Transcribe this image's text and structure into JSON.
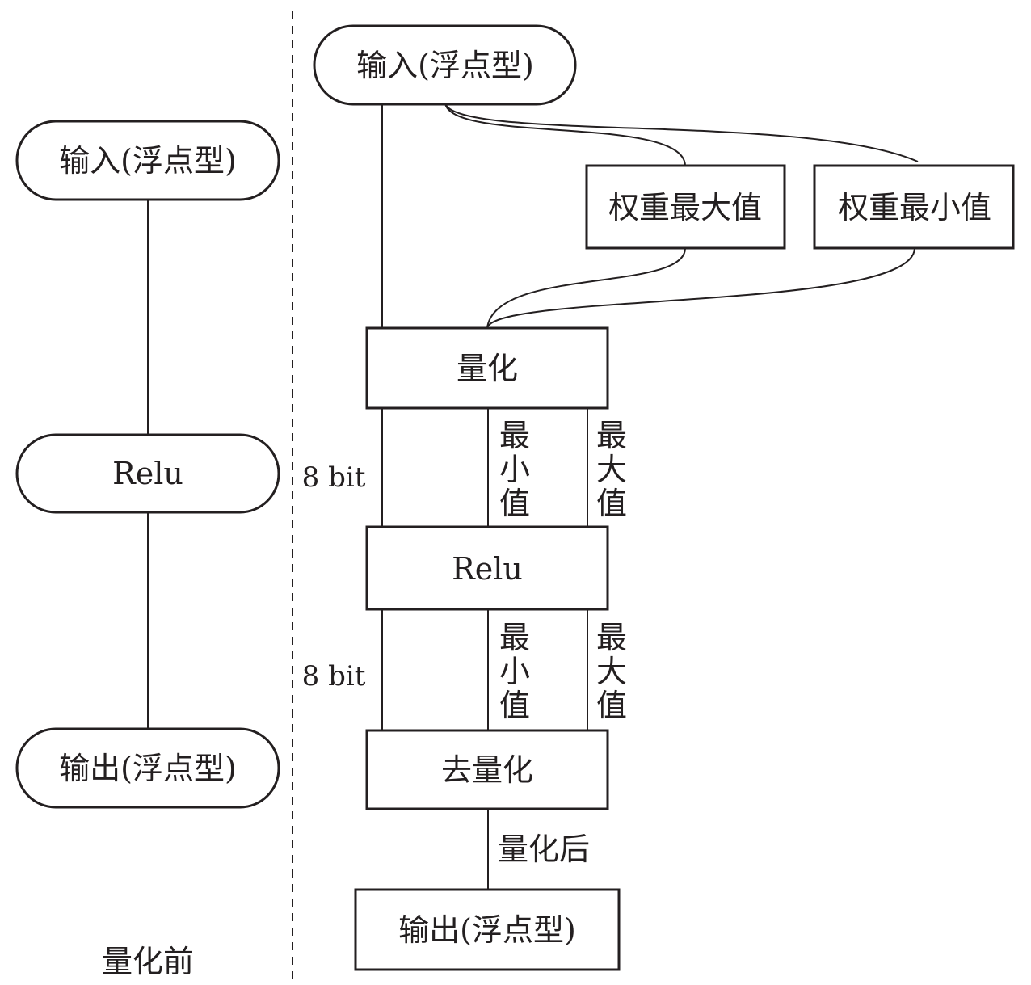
{
  "before": {
    "input": "输入(浮点型)",
    "relu": "Relu",
    "output": "输出(浮点型)",
    "caption": "量化前"
  },
  "after": {
    "input": "输入(浮点型)",
    "weight_max": "权重最大值",
    "weight_min": "权重最小值",
    "quantize": "量化",
    "bits_1": "8 bit",
    "min_1": [
      "最",
      "小",
      "值"
    ],
    "max_1": [
      "最",
      "大",
      "值"
    ],
    "relu": "Relu",
    "bits_2": "8 bit",
    "min_2": [
      "最",
      "小",
      "值"
    ],
    "max_2": [
      "最",
      "大",
      "值"
    ],
    "dequantize": "去量化",
    "quantized_label": "量化后",
    "output": "输出(浮点型)"
  }
}
